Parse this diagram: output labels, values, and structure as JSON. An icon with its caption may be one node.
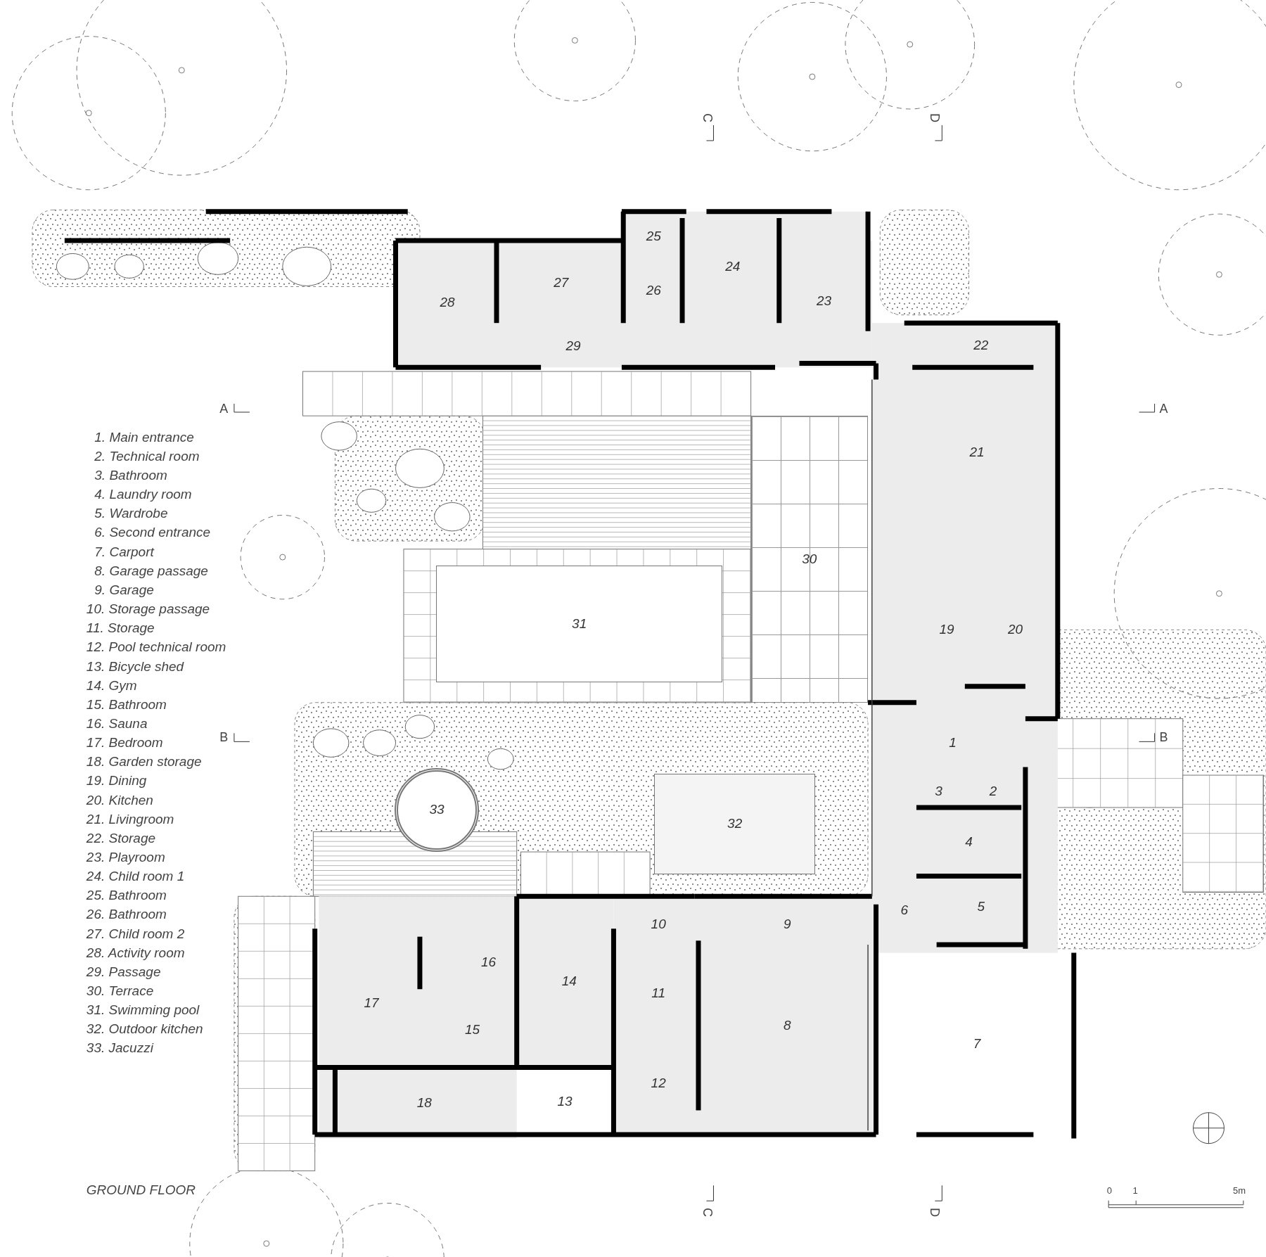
{
  "diagram": {
    "title": "GROUND FLOOR",
    "nodes": [
      {
        "text": [
          "1"
        ]
      },
      {
        "text": [
          "2"
        ]
      },
      {
        "text": [
          "3"
        ]
      },
      {
        "text": [
          "4"
        ]
      },
      {
        "text": [
          "5"
        ]
      },
      {
        "text": [
          "6"
        ]
      },
      {
        "text": [
          "7"
        ]
      },
      {
        "text": [
          "8"
        ]
      },
      {
        "text": [
          "9"
        ]
      },
      {
        "text": [
          "10"
        ]
      },
      {
        "text": [
          "11"
        ]
      },
      {
        "text": [
          "12"
        ]
      },
      {
        "text": [
          "13"
        ]
      },
      {
        "text": [
          "14"
        ]
      },
      {
        "text": [
          "15"
        ]
      },
      {
        "text": [
          "16"
        ]
      },
      {
        "text": [
          "17"
        ]
      },
      {
        "text": [
          "18"
        ]
      },
      {
        "text": [
          "19"
        ]
      },
      {
        "text": [
          "20"
        ]
      },
      {
        "text": [
          "21"
        ]
      },
      {
        "text": [
          "22"
        ]
      },
      {
        "text": [
          "23"
        ]
      },
      {
        "text": [
          "24"
        ]
      },
      {
        "text": [
          "25"
        ]
      },
      {
        "text": [
          "26"
        ]
      },
      {
        "text": [
          "27"
        ]
      },
      {
        "text": [
          "28"
        ]
      },
      {
        "text": [
          "29"
        ]
      },
      {
        "text": [
          "30"
        ]
      },
      {
        "text": [
          "31"
        ]
      },
      {
        "text": [
          "32"
        ]
      },
      {
        "text": [
          "33"
        ]
      }
    ],
    "labels": [
      "1. Main entrance",
      "2. Technical room",
      "3. Bathroom",
      "4. Laundry room",
      "5. Wardrobe",
      "6. Second entrance",
      "7. Carport",
      "8. Garage passage",
      "9. Garage",
      "10. Storage passage",
      "11. Storage",
      "12. Pool technical room",
      "13. Bicycle shed",
      "14. Gym",
      "15. Bathroom",
      "16. Sauna",
      "17. Bedroom",
      "18. Garden storage",
      "19. Dining",
      "20. Kitchen",
      "21. Livingroom",
      "22. Storage",
      "23. Playroom",
      "24. Child room 1",
      "25. Bathroom",
      "26. Bathroom",
      "27. Child room 2",
      "28. Activity room",
      "29. Passage",
      "30. Terrace",
      "31. Swimming pool",
      "32. Outdoor kitchen",
      "33. Jacuzzi",
      "C",
      "D",
      "A",
      "A",
      "B",
      "B",
      "C",
      "D",
      "0",
      "1",
      "5m"
    ]
  }
}
